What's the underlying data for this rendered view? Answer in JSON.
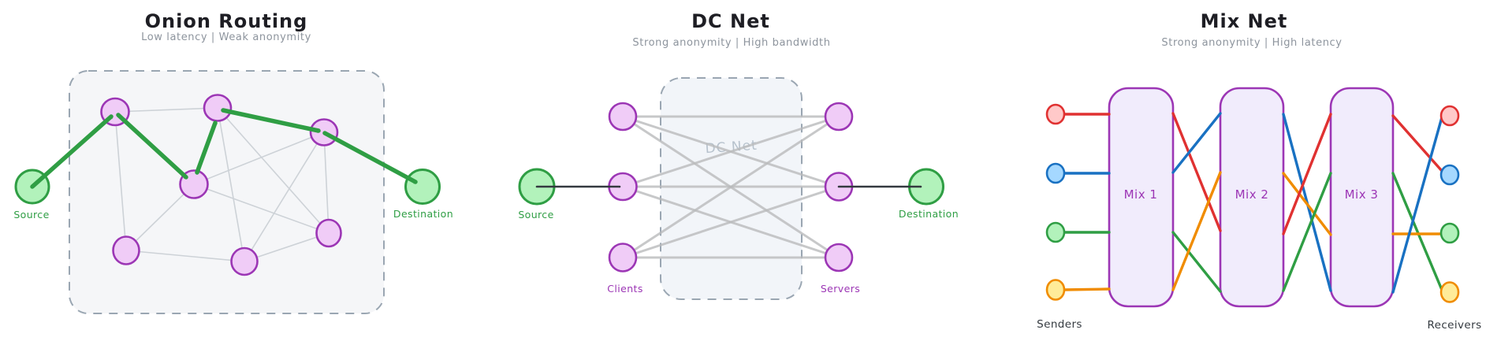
{
  "figure": {
    "description_labels": [
      "Onion Routing",
      "DC Net",
      "Mix Net"
    ]
  },
  "panels": {
    "onion": {
      "title": "Onion Routing",
      "subtitle": "Low latency  |  Weak anonymity",
      "source_label": "Source",
      "destination_label": "Destination",
      "relay_count": 7,
      "route": [
        "Source",
        "relay-A",
        "relay-D",
        "relay-B",
        "relay-C",
        "Destination"
      ]
    },
    "dcnet": {
      "title": "DC Net",
      "subtitle": "Strong anonymity  |  High bandwidth",
      "watermark": "DC Net",
      "source_label": "Source",
      "destination_label": "Destination",
      "clients_label": "Clients",
      "servers_label": "Servers",
      "client_count": 3,
      "server_count": 3,
      "topology": "fully-connected clients to servers"
    },
    "mixnet": {
      "title": "Mix Net",
      "subtitle": "Strong anonymity  |  High latency",
      "mixes": [
        "Mix 1",
        "Mix 2",
        "Mix 3"
      ],
      "senders_label": "Senders",
      "receivers_label": "Receivers",
      "senders": [
        "red",
        "blue",
        "green",
        "yellow"
      ],
      "receivers": [
        "red",
        "blue",
        "green",
        "yellow"
      ],
      "flows": [
        {
          "color": "red",
          "sender_slot": 1,
          "levels_at_mix1_mix2_mix3": [
            1,
            3,
            1
          ],
          "receiver_slot": 2
        },
        {
          "color": "blue",
          "sender_slot": 2,
          "levels_at_mix1_mix2_mix3": [
            2,
            1,
            4
          ],
          "receiver_slot": 1
        },
        {
          "color": "green",
          "sender_slot": 3,
          "levels_at_mix1_mix2_mix3": [
            3,
            4,
            2
          ],
          "receiver_slot": 4
        },
        {
          "color": "orange",
          "sender_slot": 4,
          "levels_at_mix1_mix2_mix3": [
            4,
            2,
            3
          ],
          "receiver_slot": 3
        }
      ]
    }
  },
  "palette": {
    "red": "#e03131",
    "blue": "#1971c2",
    "green": "#2f9e44",
    "orange": "#f08c00",
    "purple": "#9c36b5",
    "dark": "#343a40",
    "red_fill": "#ffc9c9",
    "blue_fill": "#a5d8ff",
    "green_fill": "#b2f2bb",
    "yellow_fill": "#ffec99",
    "violet_fill": "#f0ccf7",
    "mix_box_fill": "#f1ecfc",
    "gray_thick_line": "#b9babc",
    "gray_thin_line": "#cdd2d7",
    "dashed_border": "#9aa6b2",
    "panel_fill_left": "#f1f3f5",
    "panel_fill_mid": "#eff3f7",
    "title_text": "#1e1e24",
    "subtitle_text": "#8d949d",
    "watermark_text": "#b7c2cd"
  }
}
